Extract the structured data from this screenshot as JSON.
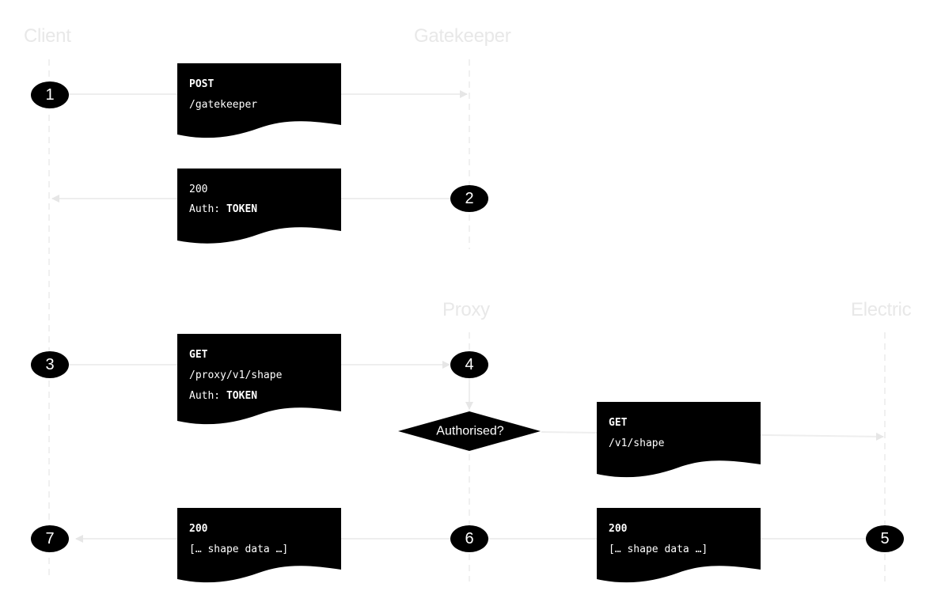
{
  "lanes": {
    "client": "Client",
    "gatekeeper": "Gatekeeper",
    "proxy": "Proxy",
    "electric": "Electric"
  },
  "colors": {
    "node": "#000000",
    "lifeline": "#e6e6e6",
    "arrow": "#eeeeee",
    "lane_label": "#e8e8e8"
  },
  "steps": [
    "1",
    "2",
    "3",
    "4",
    "5",
    "6",
    "7"
  ],
  "messages": {
    "post_gatekeeper": {
      "line1": "POST",
      "line2": "/gatekeeper"
    },
    "token_response": {
      "line1": "200",
      "line2_prefix": "Auth: ",
      "line2_bold": "TOKEN"
    },
    "get_proxy": {
      "line1": "GET",
      "line2": "/proxy/v1/shape",
      "line3_prefix": "Auth: ",
      "line3_bold": "TOKEN"
    },
    "get_electric": {
      "line1": "GET",
      "line2": "/v1/shape"
    },
    "electric_response": {
      "line1": "200",
      "line2": "[… shape data …]"
    },
    "proxy_response": {
      "line1": "200",
      "line2": "[… shape data …]"
    }
  },
  "decision": {
    "label": "Authorised?"
  }
}
